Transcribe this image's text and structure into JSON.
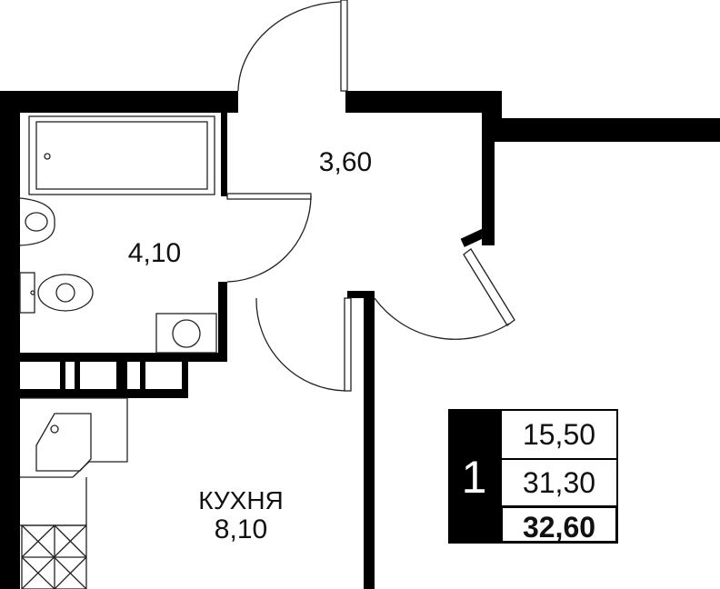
{
  "rooms": [
    {
      "name": "",
      "area": "3,60"
    },
    {
      "name": "",
      "area": "4,10"
    },
    {
      "name": "КУХНЯ",
      "area": "8,10"
    }
  ],
  "info": {
    "rooms_count": "1",
    "living_area": "15,50",
    "area_without_balcony": "31,30",
    "total_area": "32,60"
  },
  "colors": {
    "wall": "#000000",
    "background": "#ffffff"
  }
}
